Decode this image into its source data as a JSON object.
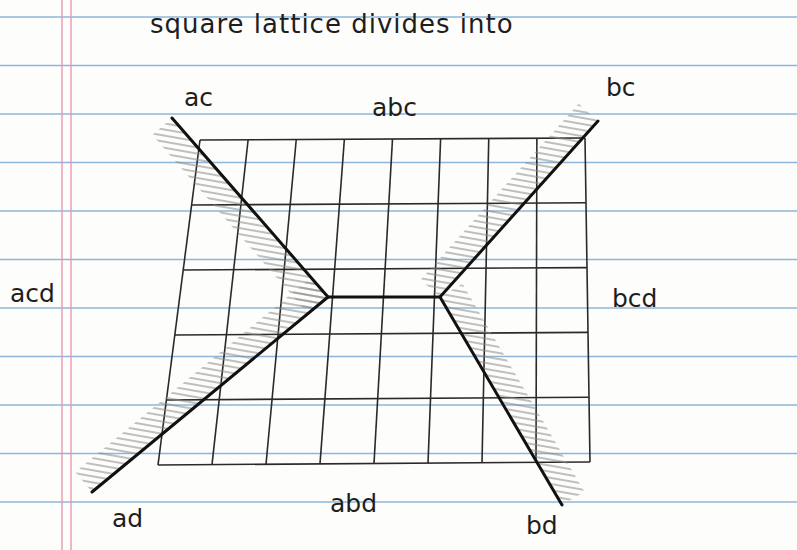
{
  "diagram": {
    "title": "square lattice divides into",
    "labels": [
      "ac",
      "abc",
      "bc",
      "acd",
      "bcd",
      "ad",
      "abd",
      "bd"
    ]
  }
}
